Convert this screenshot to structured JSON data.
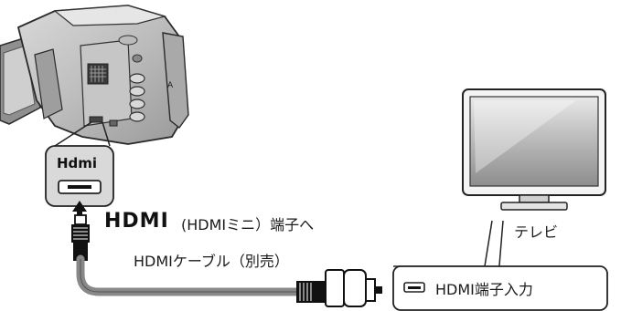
{
  "diagram": {
    "port_label_logo": "Hdmi",
    "camera_port_prefix_logo": "HDMI",
    "camera_port_text": "(HDMIミニ）端子へ",
    "cable_text": "HDMIケーブル（別売）",
    "tv_label": "テレビ",
    "tv_port_text": "HDMI端子入力",
    "camera_mark": "A"
  }
}
